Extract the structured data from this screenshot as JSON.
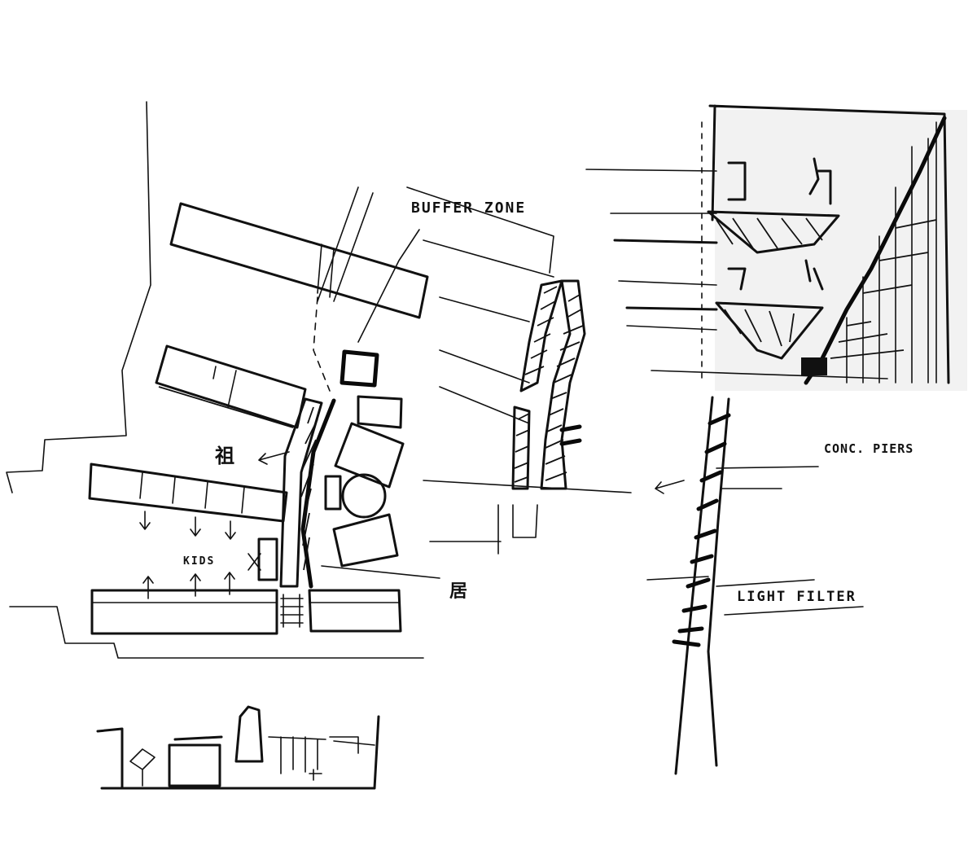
{
  "labels": {
    "buffer_zone": "BUFFER ZONE",
    "kids": "KIDS",
    "conc_piers": "CONC. PIERS",
    "light_filter": "LIGHT FILTER",
    "kanji_left": "祖",
    "kanji_mid": "居"
  },
  "colors": {
    "ink": "#111111",
    "paper": "#ffffff",
    "panel": "#f2f2f2"
  }
}
